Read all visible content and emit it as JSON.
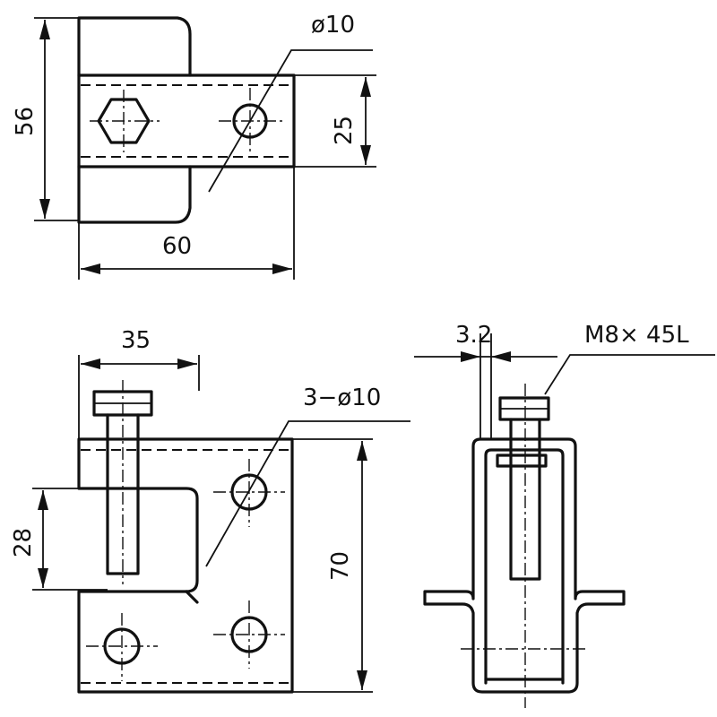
{
  "top_view": {
    "dim_height": "56",
    "dim_width": "60",
    "dim_slot": "25",
    "dim_hole": "ø10"
  },
  "front_view": {
    "dim_top_width": "35",
    "dim_holes": "3−ø10",
    "dim_side": "28",
    "dim_height": "70"
  },
  "side_view": {
    "dim_thickness": "3.2",
    "dim_bolt": "M8× 45L"
  }
}
